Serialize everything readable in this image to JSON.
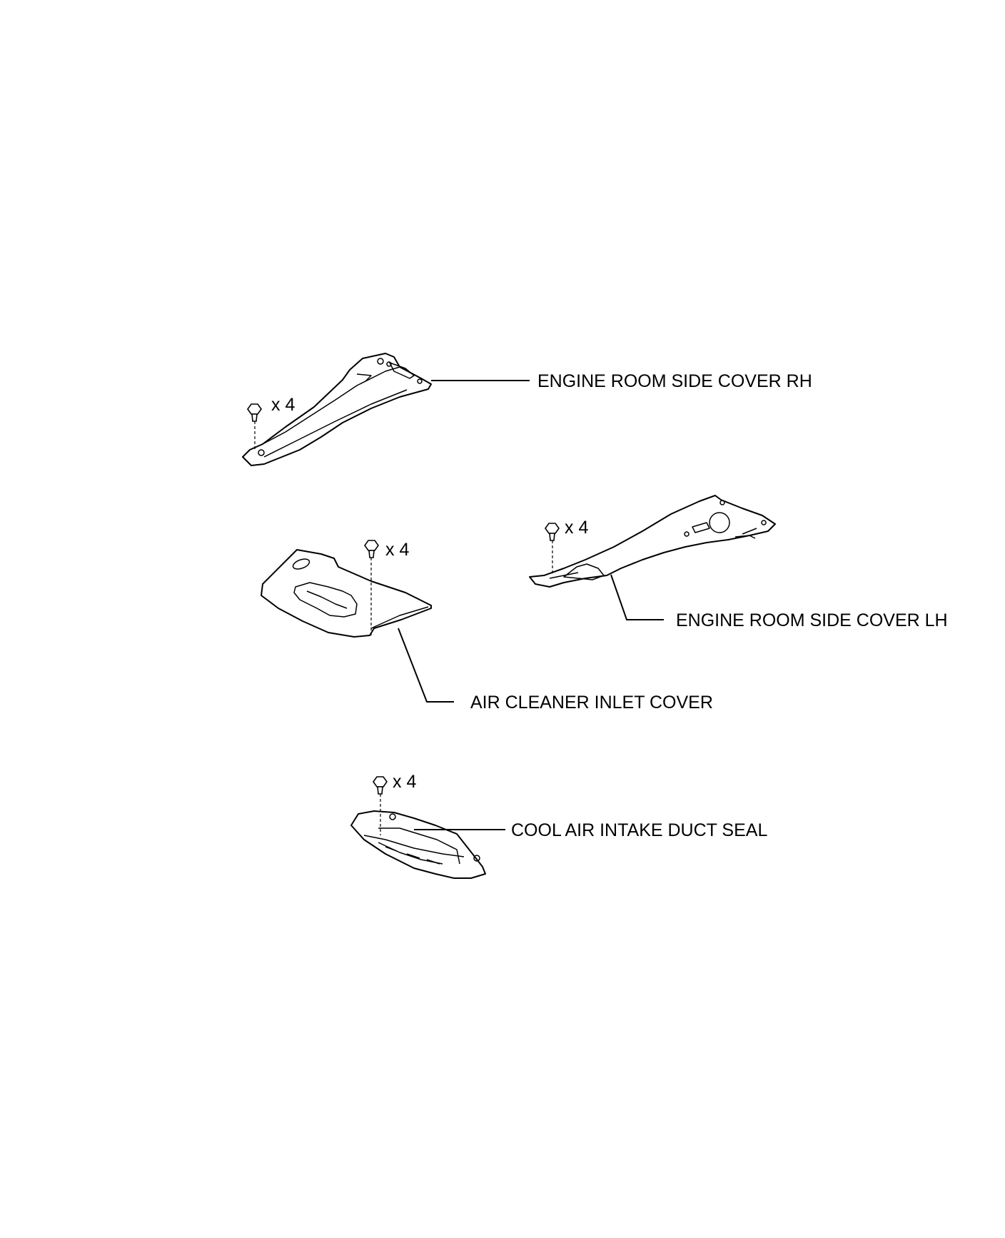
{
  "parts": [
    {
      "id": "rh",
      "label": "ENGINE ROOM SIDE COVER RH",
      "qty": "x 4"
    },
    {
      "id": "lh",
      "label": "ENGINE ROOM SIDE COVER LH",
      "qty": "x 4"
    },
    {
      "id": "air",
      "label": "AIR CLEANER INLET COVER",
      "qty": "x 4"
    },
    {
      "id": "seal",
      "label": "COOL AIR INTAKE DUCT SEAL",
      "qty": "x 4"
    }
  ]
}
